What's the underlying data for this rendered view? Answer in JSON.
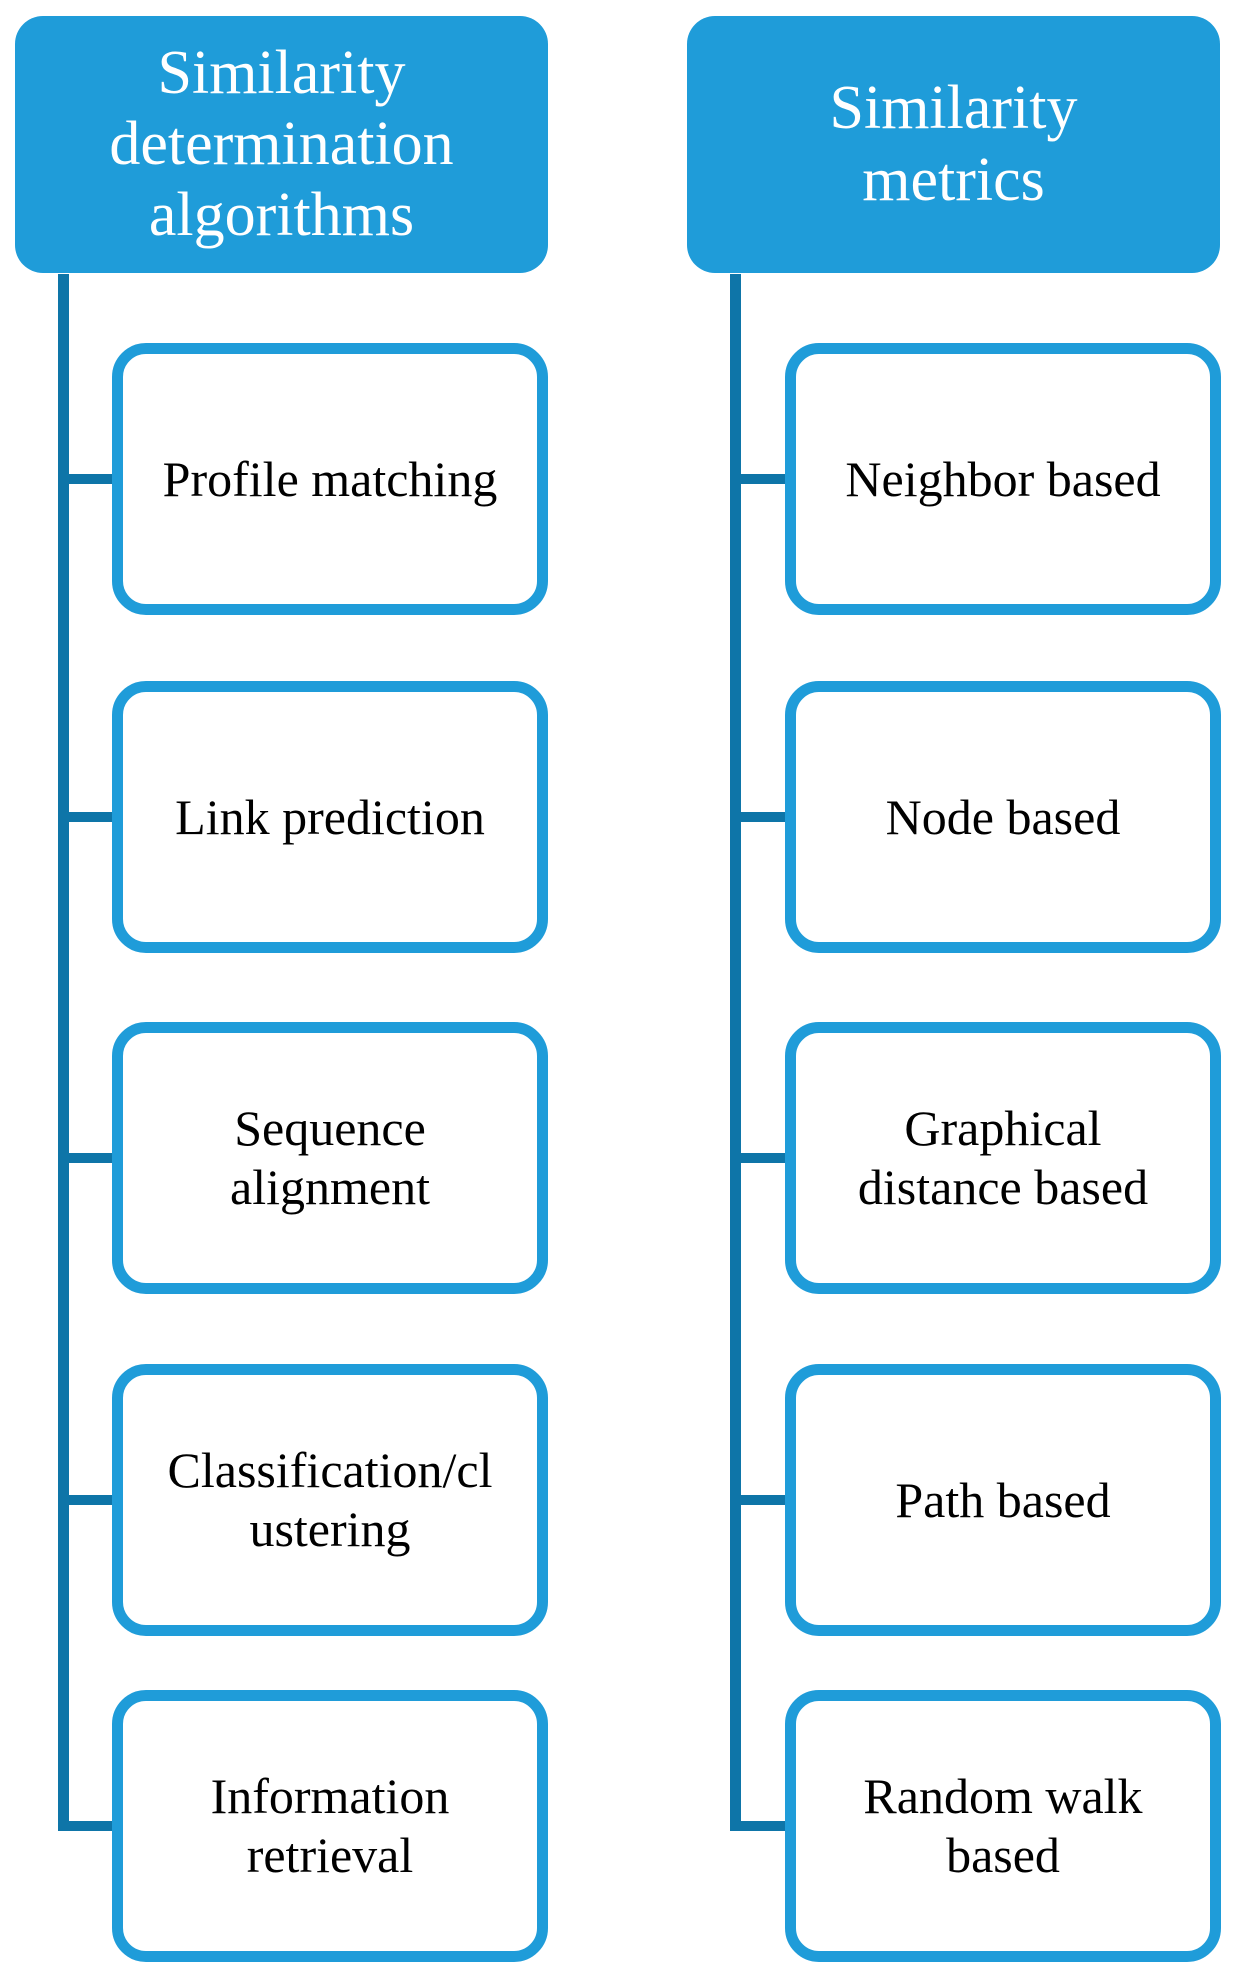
{
  "diagram": {
    "colors": {
      "shape_fill_and_border": "#1F9CD9",
      "connector_line": "#0E75A8",
      "header_text": "#FFFFFF",
      "node_text": "#000000",
      "background": "#FFFFFF"
    },
    "columns": [
      {
        "header": "Similarity\ndetermination\nalgorithms",
        "items": [
          {
            "label": "Profile matching"
          },
          {
            "label": "Link prediction"
          },
          {
            "label": "Sequence\nalignment"
          },
          {
            "label": "Classification/cl\nustering"
          },
          {
            "label": "Information\nretrieval"
          }
        ]
      },
      {
        "header": "Similarity\nmetrics",
        "items": [
          {
            "label": "Neighbor based"
          },
          {
            "label": "Node based"
          },
          {
            "label": "Graphical\ndistance based"
          },
          {
            "label": "Path based"
          },
          {
            "label": "Random walk\nbased"
          }
        ]
      }
    ]
  }
}
